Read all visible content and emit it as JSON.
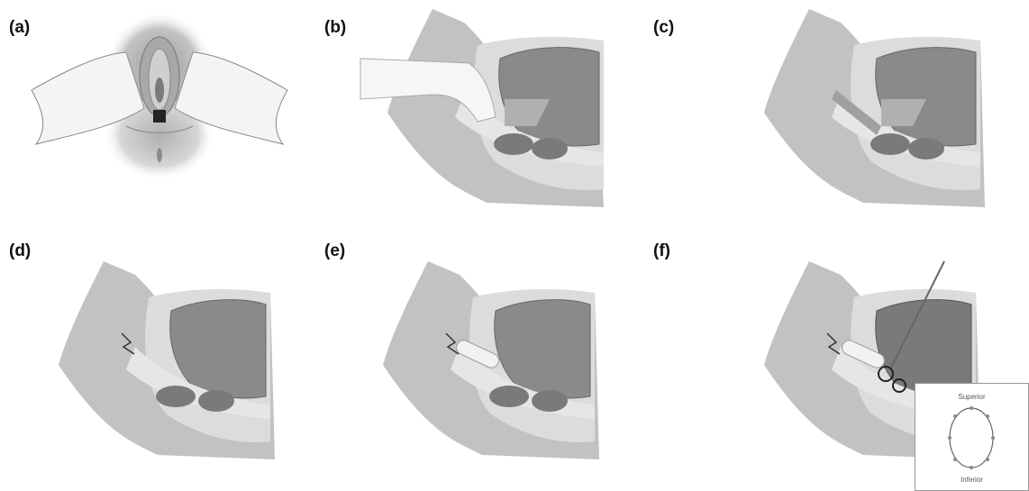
{
  "panels": [
    {
      "label": "(a)"
    },
    {
      "label": "(b)"
    },
    {
      "label": "(c)"
    },
    {
      "label": "(d)"
    },
    {
      "label": "(e)"
    },
    {
      "label": "(f)"
    }
  ],
  "inset": {
    "top_label": "Superior",
    "bottom_label": "Inferior"
  },
  "colors": {
    "skin": "#bdbdbd",
    "skin_dark": "#9a9a9a",
    "organ": "#8c8c8c",
    "organ_dark": "#6e6e6e",
    "tissue_light": "#e0e0e0",
    "tissue_mid": "#cfcfcf"
  }
}
